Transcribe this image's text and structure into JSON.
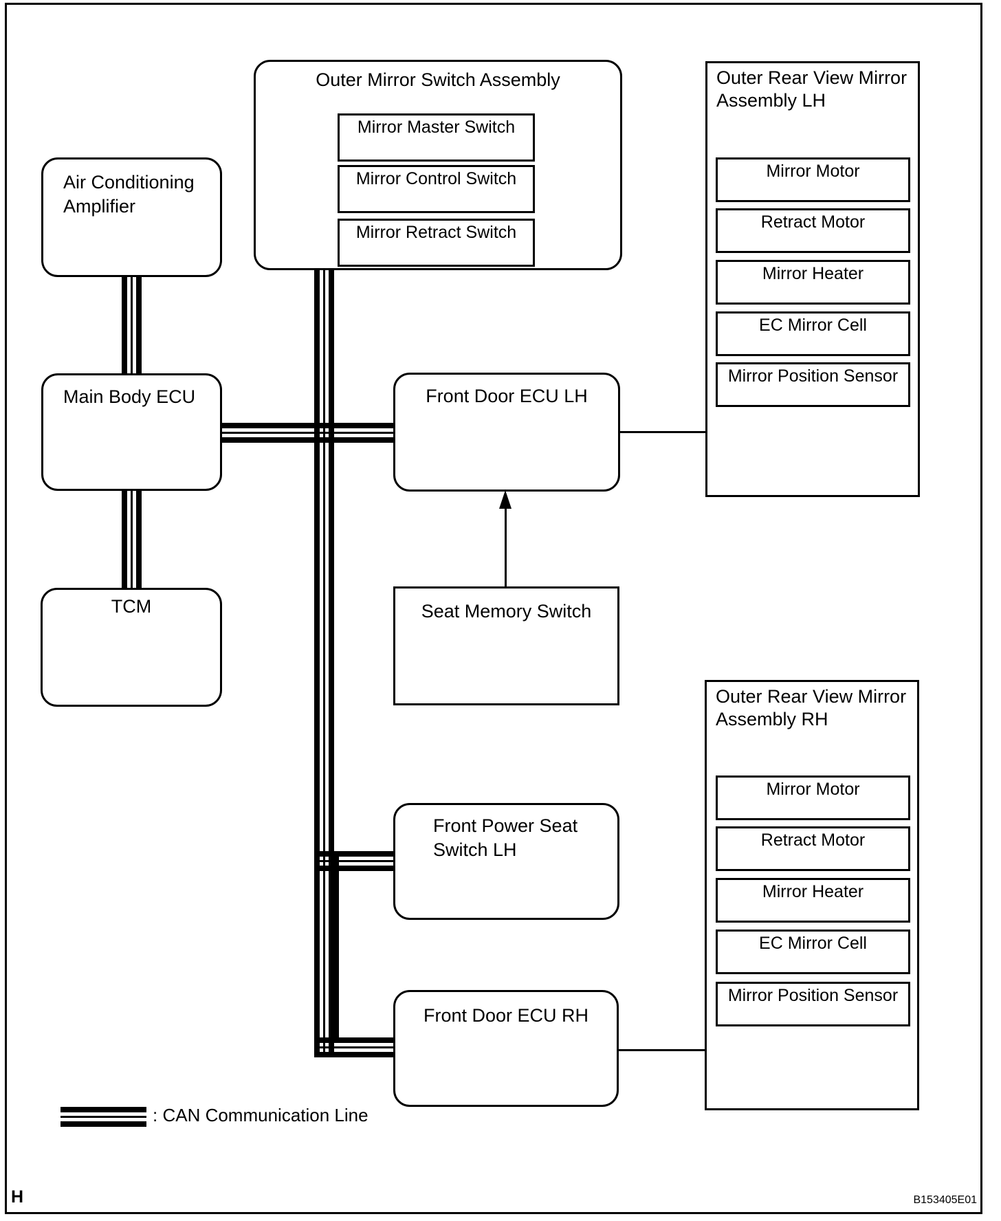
{
  "page": {
    "marker": "H",
    "code": "B153405E01"
  },
  "colors": {
    "ink": "#000000",
    "paper": "#ffffff"
  },
  "legend": {
    "symbol": "can-triple-line",
    "text": ": CAN Communication Line"
  },
  "boxes": {
    "air_conditioning_amplifier": {
      "line1": "Air Conditioning",
      "line2": "Amplifier"
    },
    "main_body_ecu": {
      "label": "Main Body ECU"
    },
    "tcm": {
      "label": "TCM"
    },
    "outer_mirror_switch_assembly": {
      "title": "Outer Mirror Switch Assembly",
      "switches": [
        "Mirror Master Switch",
        "Mirror Control Switch",
        "Mirror Retract Switch"
      ]
    },
    "front_door_ecu_lh": {
      "label": "Front Door ECU LH"
    },
    "seat_memory_switch": {
      "label": "Seat Memory Switch"
    },
    "front_power_seat_switch_lh": {
      "line1": "Front Power Seat",
      "line2": "Switch LH"
    },
    "front_door_ecu_rh": {
      "label": "Front Door ECU RH"
    },
    "outer_rear_view_mirror_assembly_lh": {
      "title_line1": "Outer Rear View Mirror",
      "title_line2": "Assembly LH",
      "components": [
        "Mirror Motor",
        "Retract Motor",
        "Mirror Heater",
        "EC Mirror Cell",
        "Mirror Position Sensor"
      ]
    },
    "outer_rear_view_mirror_assembly_rh": {
      "title_line1": "Outer Rear View Mirror",
      "title_line2": "Assembly RH",
      "components": [
        "Mirror Motor",
        "Retract Motor",
        "Mirror Heater",
        "EC Mirror Cell",
        "Mirror Position Sensor"
      ]
    }
  }
}
